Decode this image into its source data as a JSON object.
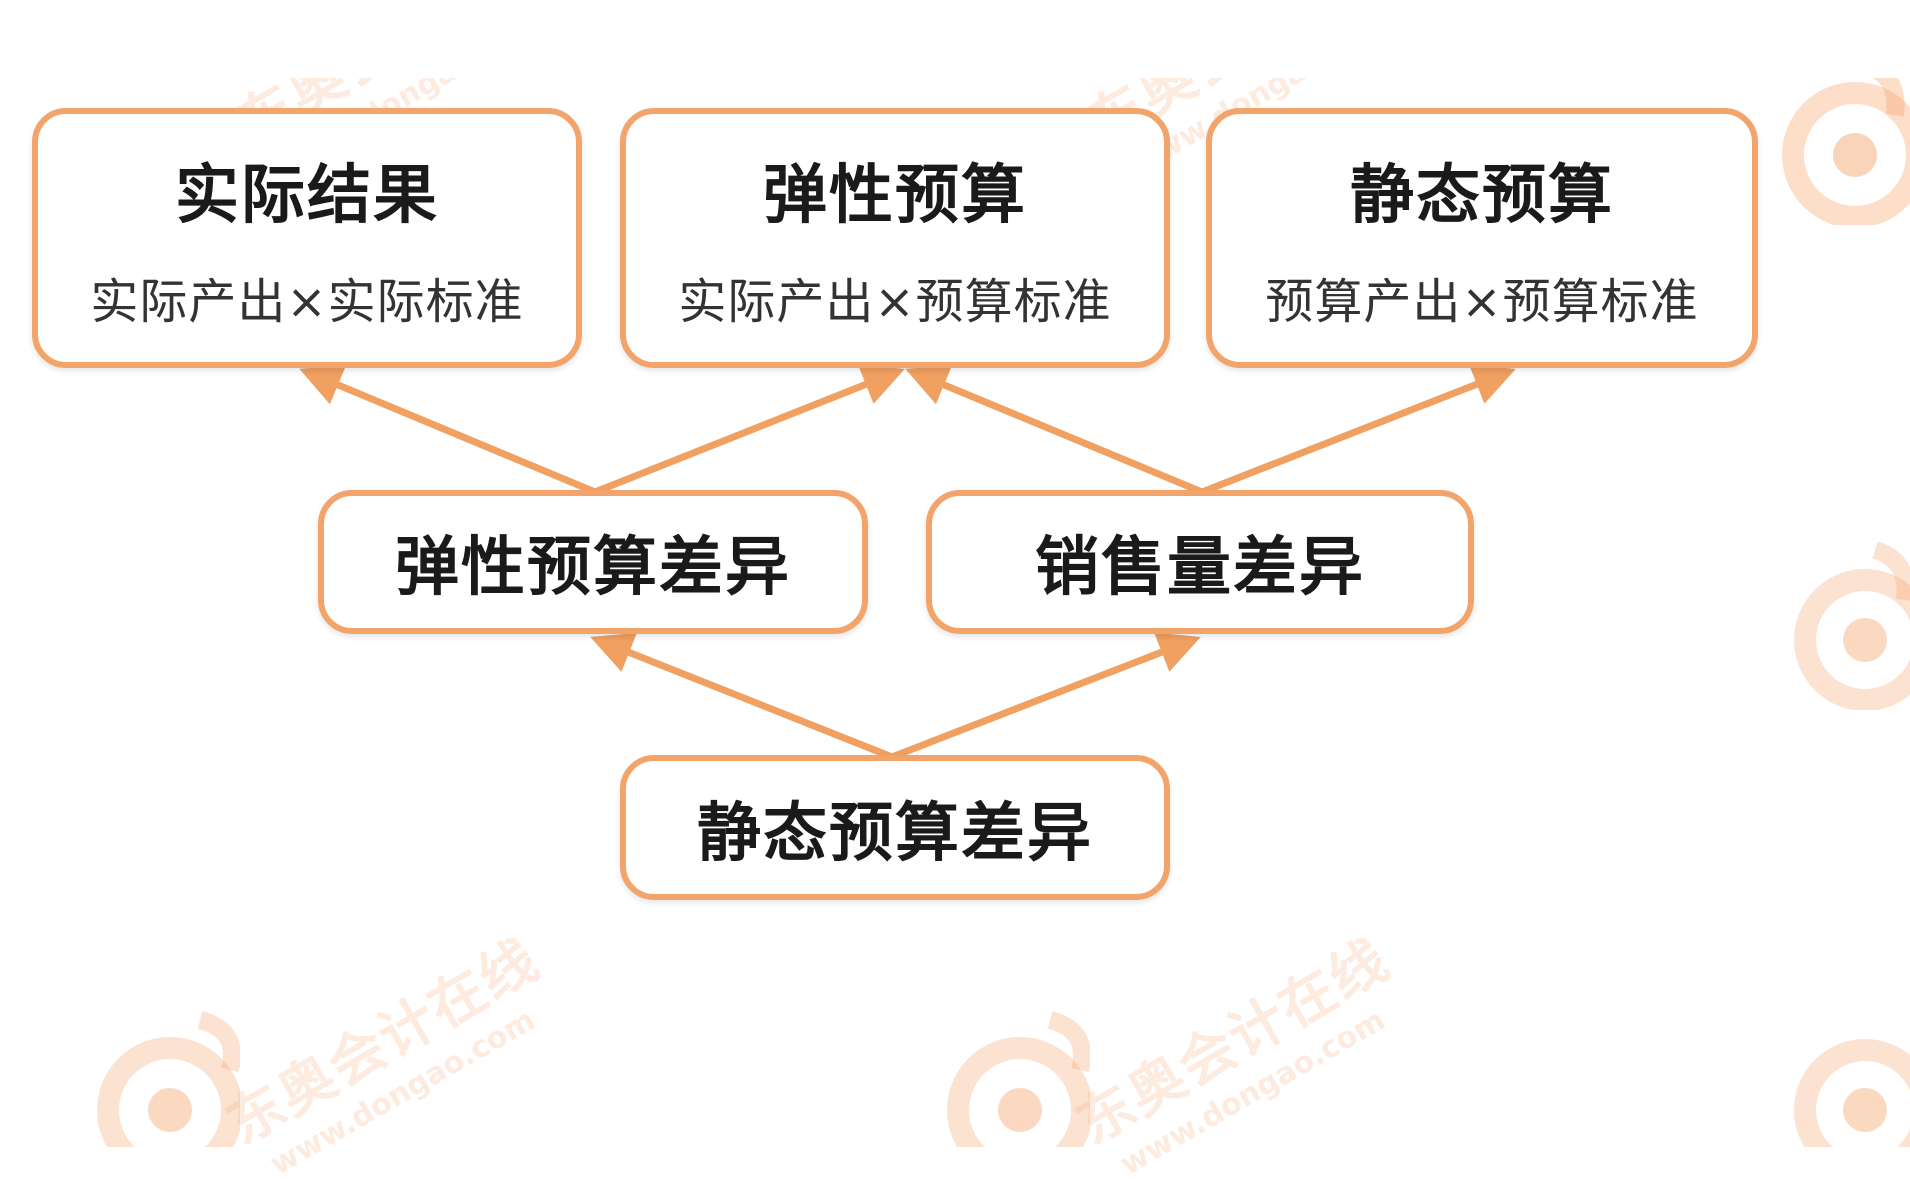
{
  "diagram": {
    "top_boxes": [
      {
        "title": "实际结果",
        "formula": "实际产出×实际标准"
      },
      {
        "title": "弹性预算",
        "formula": "实际产出×预算标准"
      },
      {
        "title": "静态预算",
        "formula": "预算产出×预算标准"
      }
    ],
    "middle_boxes": [
      {
        "title": "弹性预算差异"
      },
      {
        "title": "销售量差异"
      }
    ],
    "bottom_box": {
      "title": "静态预算差异"
    }
  },
  "watermark": {
    "cn": "东奥会计在线",
    "url": "www.dongao.com"
  },
  "colors": {
    "accent": "#f2a46a",
    "arrow": "#f0a060",
    "text": "#1a1a1a"
  }
}
